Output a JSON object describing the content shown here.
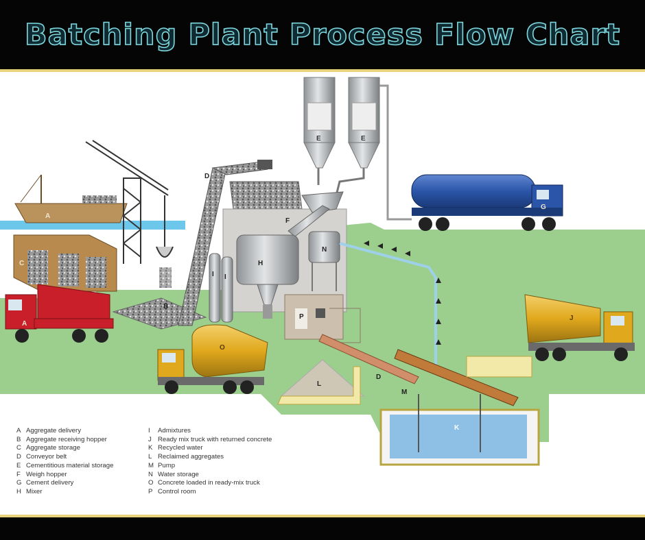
{
  "title": "Batching Plant Process Flow Chart",
  "colors": {
    "title_fill": "#0f2a30",
    "title_stroke": "#7fd8e0",
    "rule": "#e8d27a",
    "ground": "#9ccf8e",
    "water": "#2e7fc0",
    "truck_red": "#c81f2a",
    "truck_blue": "#2a55a8",
    "mixer_yellow": "#e0a81c",
    "metal": "#b9bcbf"
  },
  "labels": {
    "A": "A",
    "B": "B",
    "C": "C",
    "D": "D",
    "E": "E",
    "F": "F",
    "G": "G",
    "H": "H",
    "I": "I",
    "J": "J",
    "K": "K",
    "L": "L",
    "M": "M",
    "N": "N",
    "O": "O",
    "P": "P"
  },
  "legend": {
    "left": [
      {
        "key": "A",
        "text": "Aggregate delivery"
      },
      {
        "key": "B",
        "text": "Aggregate receiving hopper"
      },
      {
        "key": "C",
        "text": "Aggregate storage"
      },
      {
        "key": "D",
        "text": "Conveyor belt"
      },
      {
        "key": "E",
        "text": "Cementitious material storage"
      },
      {
        "key": "F",
        "text": "Weigh hopper"
      },
      {
        "key": "G",
        "text": "Cement delivery"
      },
      {
        "key": "H",
        "text": "Mixer"
      }
    ],
    "right": [
      {
        "key": "I",
        "text": "Admixtures"
      },
      {
        "key": "J",
        "text": "Ready mix truck with returned concrete"
      },
      {
        "key": "K",
        "text": "Recycled water"
      },
      {
        "key": "L",
        "text": "Reclaimed aggregates"
      },
      {
        "key": "M",
        "text": "Pump"
      },
      {
        "key": "N",
        "text": "Water storage"
      },
      {
        "key": "O",
        "text": "Concrete loaded in ready-mix truck"
      },
      {
        "key": "P",
        "text": "Control room"
      }
    ]
  }
}
